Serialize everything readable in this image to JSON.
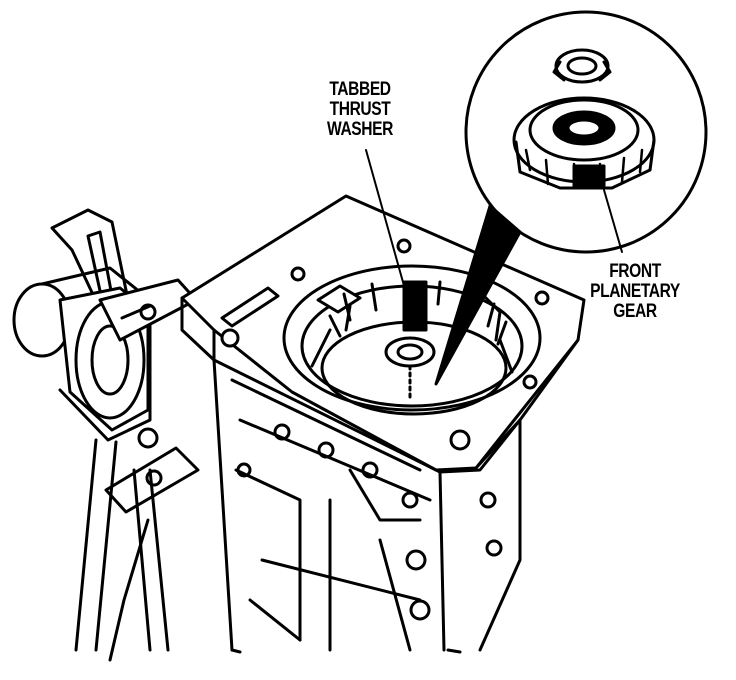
{
  "labels": {
    "tabbed_thrust_washer": [
      "TABBED",
      "THRUST",
      "WASHER"
    ],
    "front_planetary_gear": [
      "FRONT",
      "PLANETARY",
      "GEAR"
    ]
  },
  "colors": {
    "ink": "#000000",
    "paper": "#ffffff"
  }
}
